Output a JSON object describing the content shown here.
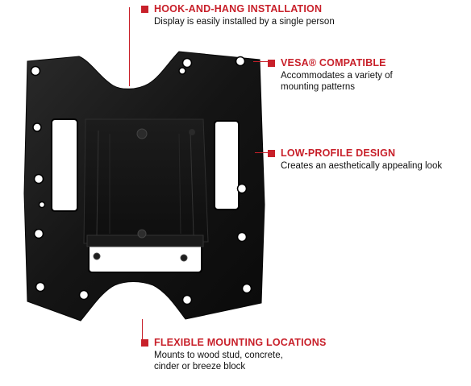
{
  "colors": {
    "accent": "#c8202a",
    "plate": "#141414",
    "text": "#111111"
  },
  "features": {
    "hook_and_hang": {
      "title": "HOOK-AND-HANG INSTALLATION",
      "desc": "Display is easily installed by a single person"
    },
    "vesa": {
      "title": "VESA® COMPATIBLE",
      "desc_line1": "Accommodates a variety of",
      "desc_line2": "mounting patterns"
    },
    "low_profile": {
      "title": "LOW-PROFILE DESIGN",
      "desc": "Creates an aesthetically appealing look"
    },
    "flexible": {
      "title": "FLEXIBLE MOUNTING LOCATIONS",
      "desc_line1": "Mounts to wood stud, concrete,",
      "desc_line2": "cinder or breeze block"
    }
  }
}
